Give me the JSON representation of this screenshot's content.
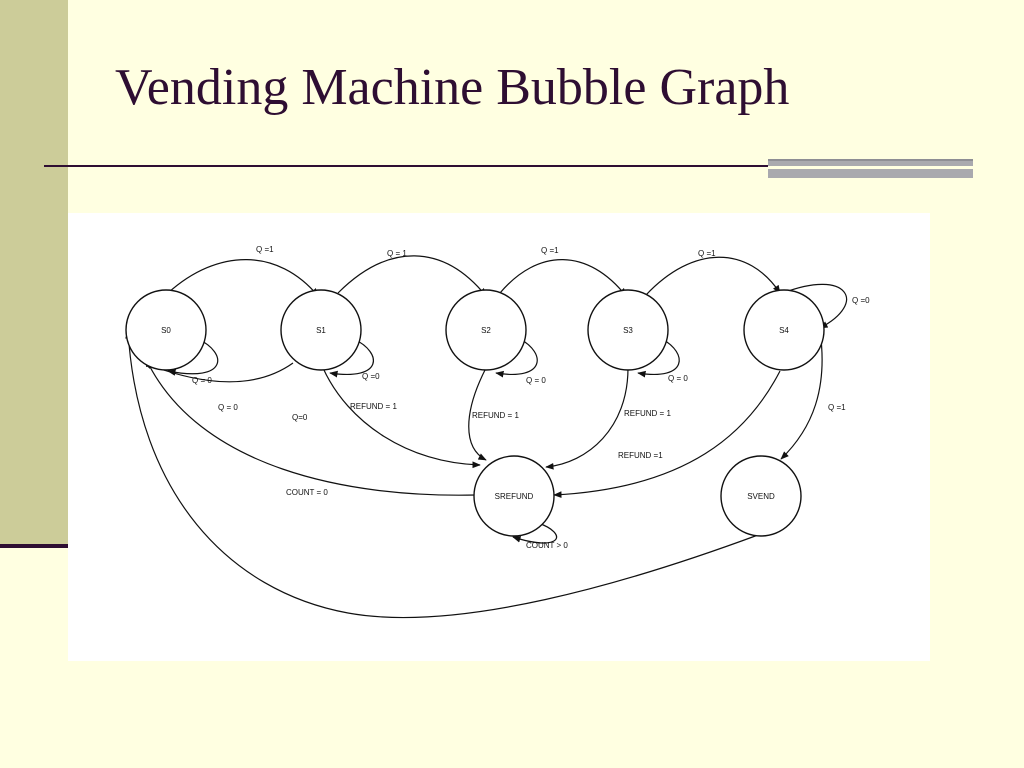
{
  "slide": {
    "title": "Vending Machine Bubble Graph"
  },
  "colors": {
    "background": "#FFFFE1",
    "left_bar": "#CCCC99",
    "title_text": "#2E0E32",
    "accent_bar": "#A9A9AE"
  },
  "diagram": {
    "states": [
      "S0",
      "S1",
      "S2",
      "S3",
      "S4",
      "SREFUND",
      "SVEND"
    ],
    "labels": {
      "s0_s1": "Q =1",
      "s1_s2": "Q = 1",
      "s2_s3": "Q =1",
      "s3_s4": "Q =1",
      "s4_self": "Q =0",
      "s0_self": "Q = 0",
      "s1_self": "Q =0",
      "s2_self": "Q = 0",
      "s3_self": "Q = 0",
      "s4_svend": "Q =1",
      "s1_s0": "Q = 0",
      "q0_mid": "Q=0",
      "s1_refund": "REFUND = 1",
      "s2_refund": "REFUND = 1",
      "s3_refund": "REFUND = 1",
      "s4_refund": "REFUND =1",
      "refund_s0": "COUNT = 0",
      "refund_self": "COUNT > 0"
    }
  }
}
